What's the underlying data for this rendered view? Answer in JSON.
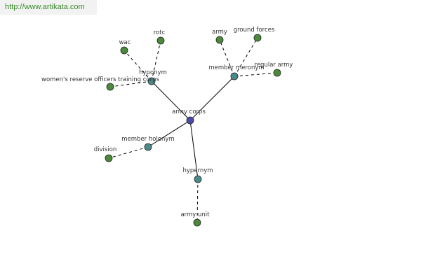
{
  "watermark": "http://www.artikata.com",
  "colors": {
    "center": "#4a4aa8",
    "relation": "#4a8a8a",
    "leaf": "#4a8a3a",
    "edge": "#000000"
  },
  "nodes": [
    {
      "id": "army-corps",
      "label": "army corps",
      "kind": "center"
    },
    {
      "id": "hyponym",
      "label": "hyponym",
      "kind": "relation"
    },
    {
      "id": "member-meronym",
      "label": "member meronym",
      "kind": "relation"
    },
    {
      "id": "member-holonym",
      "label": "member holonym",
      "kind": "relation"
    },
    {
      "id": "hypernym",
      "label": "hypernym",
      "kind": "relation"
    },
    {
      "id": "wac",
      "label": "wac",
      "kind": "leaf"
    },
    {
      "id": "rotc",
      "label": "rotc",
      "kind": "leaf"
    },
    {
      "id": "womens-reserve",
      "label": "women's reserve officers training corps",
      "kind": "leaf"
    },
    {
      "id": "army",
      "label": "army",
      "kind": "leaf"
    },
    {
      "id": "ground-forces",
      "label": "ground forces",
      "kind": "leaf"
    },
    {
      "id": "regular-army",
      "label": "regular army",
      "kind": "leaf"
    },
    {
      "id": "division",
      "label": "division",
      "kind": "leaf"
    },
    {
      "id": "army-unit",
      "label": "army unit",
      "kind": "leaf"
    }
  ],
  "edges": [
    {
      "from": "army-corps",
      "to": "hyponym",
      "style": "solid"
    },
    {
      "from": "army-corps",
      "to": "member-meronym",
      "style": "solid"
    },
    {
      "from": "army-corps",
      "to": "member-holonym",
      "style": "solid"
    },
    {
      "from": "army-corps",
      "to": "hypernym",
      "style": "solid"
    },
    {
      "from": "hyponym",
      "to": "wac",
      "style": "dashed"
    },
    {
      "from": "hyponym",
      "to": "rotc",
      "style": "dashed"
    },
    {
      "from": "hyponym",
      "to": "womens-reserve",
      "style": "dashed"
    },
    {
      "from": "member-meronym",
      "to": "army",
      "style": "dashed"
    },
    {
      "from": "member-meronym",
      "to": "ground-forces",
      "style": "dashed"
    },
    {
      "from": "member-meronym",
      "to": "regular-army",
      "style": "dashed"
    },
    {
      "from": "member-holonym",
      "to": "division",
      "style": "dashed"
    },
    {
      "from": "hypernym",
      "to": "army-unit",
      "style": "dashed"
    }
  ]
}
